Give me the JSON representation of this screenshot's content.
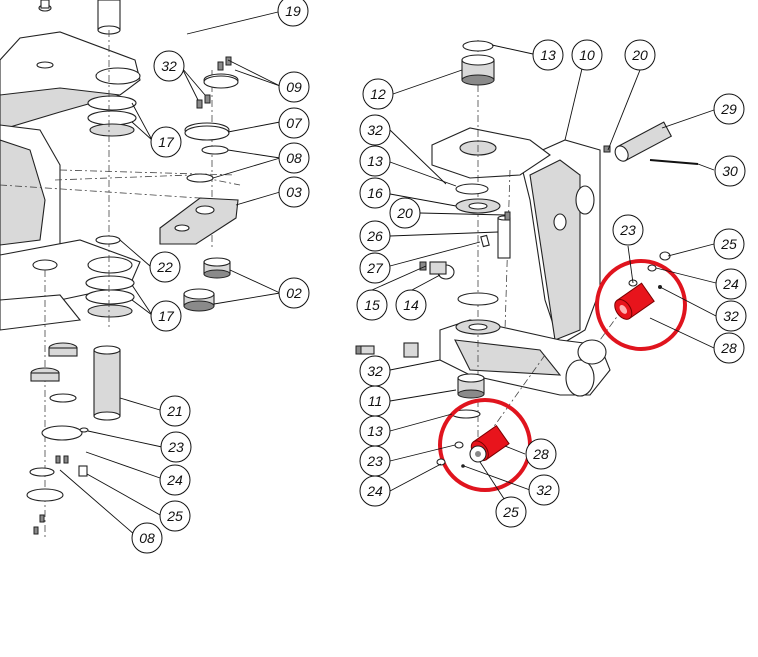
{
  "highlight_color": "#e0141e",
  "callouts_left": [
    {
      "id": "c19",
      "label": "19"
    },
    {
      "id": "c32a",
      "label": "32"
    },
    {
      "id": "c09",
      "label": "09"
    },
    {
      "id": "c07",
      "label": "07"
    },
    {
      "id": "c17a",
      "label": "17"
    },
    {
      "id": "c08a",
      "label": "08"
    },
    {
      "id": "c03",
      "label": "03"
    },
    {
      "id": "c22",
      "label": "22"
    },
    {
      "id": "c02",
      "label": "02"
    },
    {
      "id": "c17b",
      "label": "17"
    },
    {
      "id": "c21",
      "label": "21"
    },
    {
      "id": "c23a",
      "label": "23"
    },
    {
      "id": "c24a",
      "label": "24"
    },
    {
      "id": "c25a",
      "label": "25"
    },
    {
      "id": "c08b",
      "label": "08"
    }
  ],
  "callouts_right": [
    {
      "id": "c13a",
      "label": "13"
    },
    {
      "id": "c10",
      "label": "10"
    },
    {
      "id": "c20a",
      "label": "20"
    },
    {
      "id": "c12",
      "label": "12"
    },
    {
      "id": "c29",
      "label": "29"
    },
    {
      "id": "c32b",
      "label": "32"
    },
    {
      "id": "c13b",
      "label": "13"
    },
    {
      "id": "c30",
      "label": "30"
    },
    {
      "id": "c16",
      "label": "16"
    },
    {
      "id": "c20b",
      "label": "20"
    },
    {
      "id": "c23b",
      "label": "23"
    },
    {
      "id": "c25b",
      "label": "25"
    },
    {
      "id": "c26",
      "label": "26"
    },
    {
      "id": "c27",
      "label": "27"
    },
    {
      "id": "c24b",
      "label": "24"
    },
    {
      "id": "c15",
      "label": "15"
    },
    {
      "id": "c14",
      "label": "14"
    },
    {
      "id": "c32c",
      "label": "32"
    },
    {
      "id": "c28a",
      "label": "28"
    },
    {
      "id": "c32d",
      "label": "32"
    },
    {
      "id": "c11",
      "label": "11"
    },
    {
      "id": "c13c",
      "label": "13"
    },
    {
      "id": "c23c",
      "label": "23"
    },
    {
      "id": "c28b",
      "label": "28"
    },
    {
      "id": "c24c",
      "label": "24"
    },
    {
      "id": "c32e",
      "label": "32"
    },
    {
      "id": "c25c",
      "label": "25"
    }
  ]
}
